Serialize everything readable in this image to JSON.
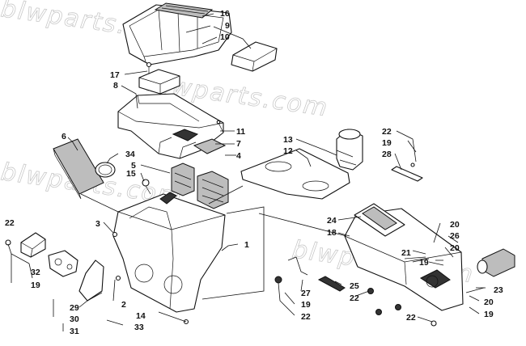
{
  "watermark": "blwparts.com",
  "callouts": [
    {
      "id": "c16",
      "label": "16"
    },
    {
      "id": "c9",
      "label": "9"
    },
    {
      "id": "c10",
      "label": "10"
    },
    {
      "id": "c17",
      "label": "17"
    },
    {
      "id": "c8",
      "label": "8"
    },
    {
      "id": "c11",
      "label": "11"
    },
    {
      "id": "c7",
      "label": "7"
    },
    {
      "id": "c4",
      "label": "4"
    },
    {
      "id": "c6",
      "label": "6"
    },
    {
      "id": "c34",
      "label": "34"
    },
    {
      "id": "c5",
      "label": "5"
    },
    {
      "id": "c15",
      "label": "15"
    },
    {
      "id": "c13",
      "label": "13"
    },
    {
      "id": "c12",
      "label": "12"
    },
    {
      "id": "c22a",
      "label": "22"
    },
    {
      "id": "c19a",
      "label": "19"
    },
    {
      "id": "c28",
      "label": "28"
    },
    {
      "id": "c3",
      "label": "3"
    },
    {
      "id": "c22b",
      "label": "22"
    },
    {
      "id": "c24",
      "label": "24"
    },
    {
      "id": "c18",
      "label": "18"
    },
    {
      "id": "c1",
      "label": "1"
    },
    {
      "id": "c20a",
      "label": "20"
    },
    {
      "id": "c26",
      "label": "26"
    },
    {
      "id": "c20b",
      "label": "20"
    },
    {
      "id": "c21",
      "label": "21"
    },
    {
      "id": "c19b",
      "label": "19"
    },
    {
      "id": "c32",
      "label": "32"
    },
    {
      "id": "c19c",
      "label": "19"
    },
    {
      "id": "c25",
      "label": "25"
    },
    {
      "id": "c27",
      "label": "27"
    },
    {
      "id": "c19d",
      "label": "19"
    },
    {
      "id": "c22c",
      "label": "22"
    },
    {
      "id": "c22d",
      "label": "22"
    },
    {
      "id": "c23",
      "label": "23"
    },
    {
      "id": "c20c",
      "label": "20"
    },
    {
      "id": "c19e",
      "label": "19"
    },
    {
      "id": "c29",
      "label": "29"
    },
    {
      "id": "c2",
      "label": "2"
    },
    {
      "id": "c30",
      "label": "30"
    },
    {
      "id": "c14",
      "label": "14"
    },
    {
      "id": "c31",
      "label": "31"
    },
    {
      "id": "c33",
      "label": "33"
    },
    {
      "id": "c22e",
      "label": "22"
    }
  ]
}
